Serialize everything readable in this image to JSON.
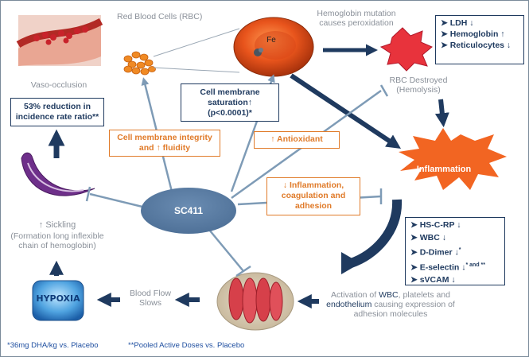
{
  "labels": {
    "rbc": "Red Blood Cells (RBC)",
    "fe": "Fe",
    "hb_mutation": "Hemoglobin mutation causes peroxidation",
    "rbc_destroyed": "RBC Destroyed (Hemolysis)",
    "vaso": "Vaso-occlusion",
    "sickling": "↑ Sickling",
    "sickling_sub": "(Formation long inflexible chain of hemoglobin)",
    "hypoxia": "HYPOXIA",
    "blood_flow": "Blood Flow Slows",
    "activation_pre": "Activation of ",
    "activation_wbc": "WBC",
    "activation_mid": ", platelets and ",
    "activation_endo": "endothelium",
    "activation_post": " causing expression of adhesion molecules",
    "inflammation": "Inflammation",
    "sc411": "SC411"
  },
  "boxes": {
    "reduction": "53% reduction in incidence rate ratio**",
    "saturation_1": "Cell membrane saturation↑",
    "saturation_2": "(p<0.0001)*",
    "integrity": "Cell membrane integrity and ↑ fluidity",
    "antioxidant": "↑ Antioxidant",
    "inflammation_coag": "↓ Inflammation, coagulation and adhesion"
  },
  "hemolysis_markers": [
    "LDH ↓",
    "Hemoglobin ↑",
    "Reticulocytes ↓"
  ],
  "inflammation_markers": [
    {
      "name": "HS-C-RP",
      "arrow": " ↓",
      "sup": ""
    },
    {
      "name": "WBC",
      "arrow": " ↓",
      "sup": ""
    },
    {
      "name": "D-Dimer",
      "arrow": " ↓",
      "sup": "*"
    },
    {
      "name": "E-selectin",
      "arrow": " ↓",
      "sup": "* and **"
    },
    {
      "name": "sVCAM",
      "arrow": " ↓",
      "sup": ""
    }
  ],
  "footnotes": {
    "f1": "*36mg DHA/kg vs. Placebo",
    "f2": "**Pooled Active Doses vs. Placebo"
  },
  "colors": {
    "navy": "#1f3a5f",
    "orange": "#e07b2a",
    "sc411_fill": "#5b7fa6",
    "inhibit_line": "#7e9bb6",
    "starburst": "#f26522",
    "rbc_red": "#e84a3c"
  }
}
